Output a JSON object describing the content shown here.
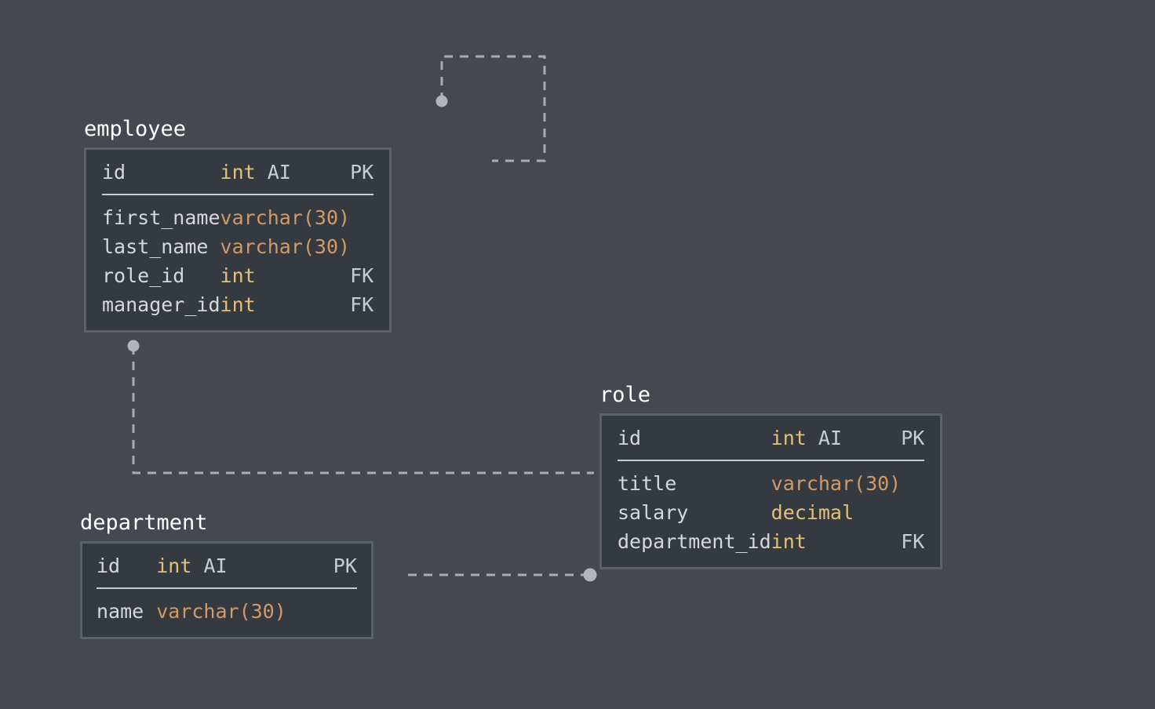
{
  "diagram": {
    "type": "entity-relationship-diagram",
    "background_color": "#45484f",
    "palette": {
      "box_border": "#5a6169",
      "box_fill": "#343a40",
      "table_name": "#ffffff",
      "column_name": "#d5d9dd",
      "fk_blue": "#61afef",
      "type_yellow": "#e5c07b",
      "type_orange": "#d19a66",
      "key_label": "#c8cdd3",
      "connector": "#a8adb3"
    }
  },
  "entities": [
    {
      "name": "employee",
      "columns": [
        {
          "name": "id",
          "type": "int",
          "modifier": "AI",
          "key": "PK",
          "is_fk": false,
          "type_style": "int"
        },
        {
          "name": "first_name",
          "type": "varchar(30)",
          "modifier": "",
          "key": "",
          "is_fk": false,
          "type_style": "varchar"
        },
        {
          "name": "last_name",
          "type": "varchar(30)",
          "modifier": "",
          "key": "",
          "is_fk": false,
          "type_style": "varchar"
        },
        {
          "name": "role_id",
          "type": "int",
          "modifier": "",
          "key": "FK",
          "is_fk": true,
          "type_style": "int"
        },
        {
          "name": "manager_id",
          "type": "int",
          "modifier": "",
          "key": "FK",
          "is_fk": true,
          "type_style": "int"
        }
      ]
    },
    {
      "name": "role",
      "columns": [
        {
          "name": "id",
          "type": "int",
          "modifier": "AI",
          "key": "PK",
          "is_fk": false,
          "type_style": "int"
        },
        {
          "name": "title",
          "type": "varchar(30)",
          "modifier": "",
          "key": "",
          "is_fk": false,
          "type_style": "varchar"
        },
        {
          "name": "salary",
          "type": "decimal",
          "modifier": "",
          "key": "",
          "is_fk": false,
          "type_style": "decimal"
        },
        {
          "name": "department_id",
          "type": "int",
          "modifier": "",
          "key": "FK",
          "is_fk": true,
          "type_style": "int"
        }
      ]
    },
    {
      "name": "department",
      "columns": [
        {
          "name": "id",
          "type": "int",
          "modifier": "AI",
          "key": "PK",
          "is_fk": false,
          "type_style": "int"
        },
        {
          "name": "name",
          "type": "varchar(30)",
          "modifier": "",
          "key": "",
          "is_fk": false,
          "type_style": "varchar"
        }
      ]
    }
  ],
  "relationships": [
    {
      "id": "employee-manager-self",
      "from": "employee.manager_id",
      "to": "employee.id",
      "style": "dashed"
    },
    {
      "id": "employee-role",
      "from": "employee.role_id",
      "to": "role.id",
      "style": "dashed"
    },
    {
      "id": "department-role",
      "from": "department.id",
      "to": "role.department_id",
      "style": "dashed"
    }
  ]
}
